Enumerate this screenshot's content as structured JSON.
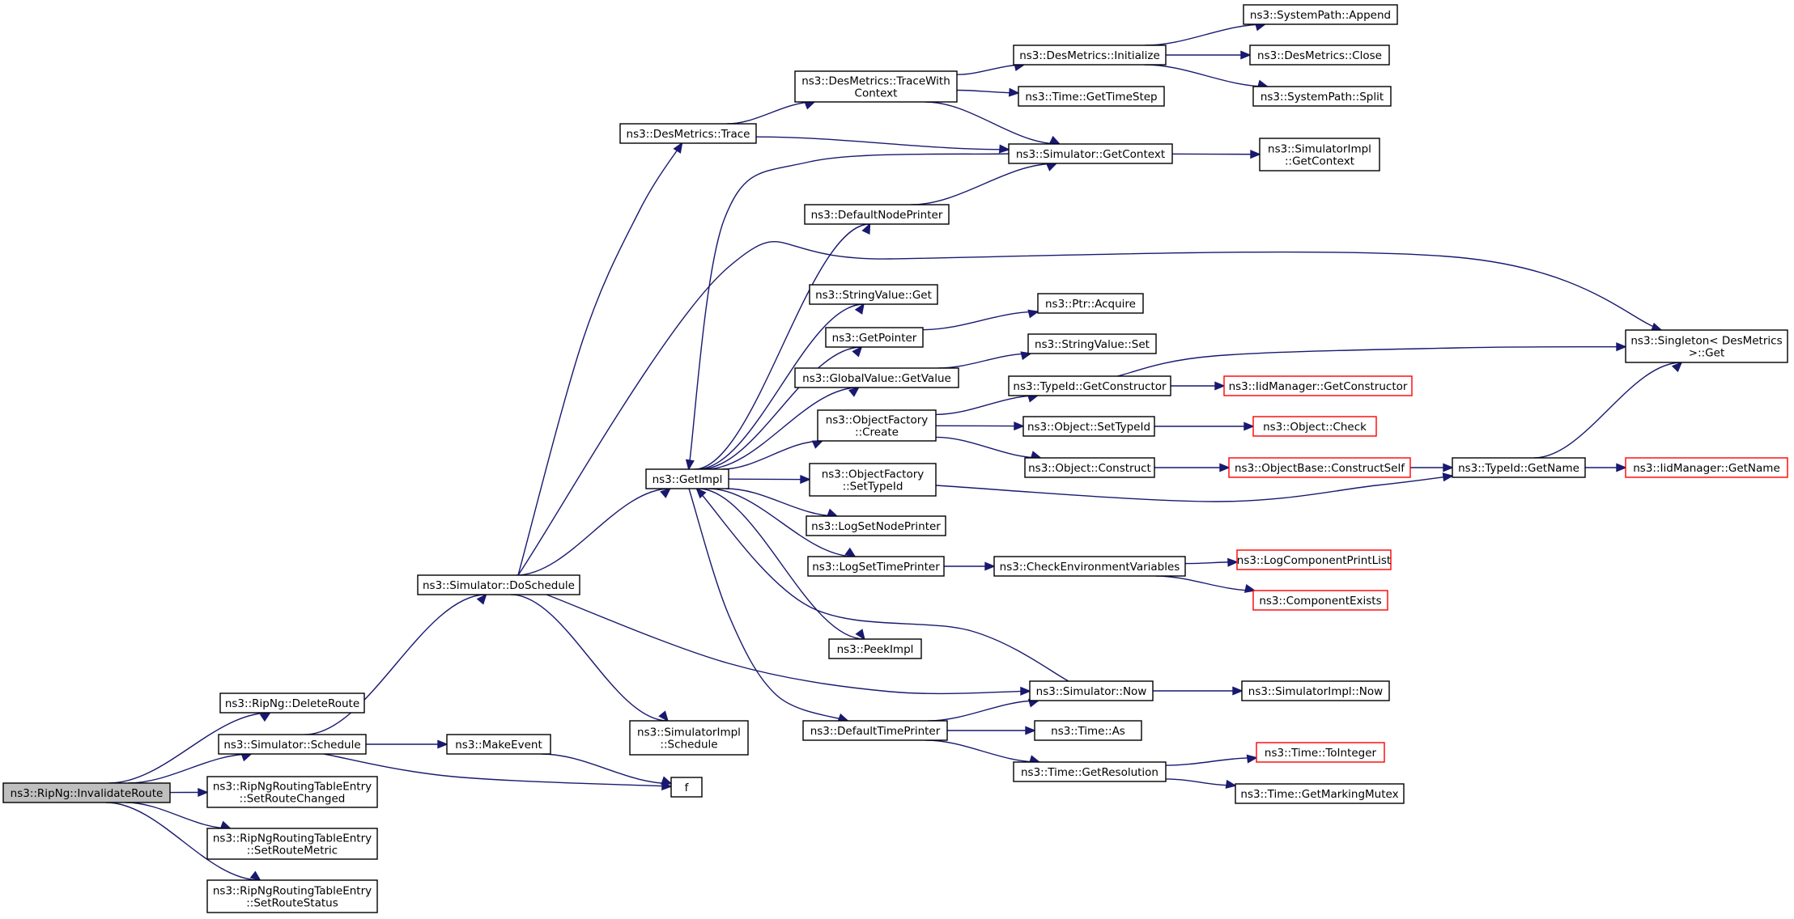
{
  "diagram": {
    "type": "call-graph",
    "colors": {
      "edge": "#191970",
      "root_fill": "#bfbfbf",
      "node_border": "#000000",
      "external_border": "#ff0000"
    },
    "nodes": [
      {
        "id": "invalidate",
        "lines": [
          "ns3::RipNg::InvalidateRoute"
        ],
        "kind": "root"
      },
      {
        "id": "deleteRoute",
        "lines": [
          "ns3::RipNg::DeleteRoute"
        ]
      },
      {
        "id": "schedule",
        "lines": [
          "ns3::Simulator::Schedule"
        ]
      },
      {
        "id": "setRouteChanged",
        "lines": [
          "ns3::RipNgRoutingTableEntry",
          "::SetRouteChanged"
        ]
      },
      {
        "id": "setRouteMetric",
        "lines": [
          "ns3::RipNgRoutingTableEntry",
          "::SetRouteMetric"
        ]
      },
      {
        "id": "setRouteStatus",
        "lines": [
          "ns3::RipNgRoutingTableEntry",
          "::SetRouteStatus"
        ]
      },
      {
        "id": "doSchedule",
        "lines": [
          "ns3::Simulator::DoSchedule"
        ]
      },
      {
        "id": "makeEvent",
        "lines": [
          "ns3::MakeEvent"
        ]
      },
      {
        "id": "f",
        "lines": [
          "f"
        ]
      },
      {
        "id": "desTrace",
        "lines": [
          "ns3::DesMetrics::Trace"
        ]
      },
      {
        "id": "getImpl",
        "lines": [
          "ns3::GetImpl"
        ]
      },
      {
        "id": "simImplSchedule",
        "lines": [
          "ns3::SimulatorImpl",
          "::Schedule"
        ]
      },
      {
        "id": "traceWithContext",
        "lines": [
          "ns3::DesMetrics::TraceWith",
          "Context"
        ]
      },
      {
        "id": "getContext",
        "lines": [
          "ns3::Simulator::GetContext"
        ]
      },
      {
        "id": "defaultNodePrinter",
        "lines": [
          "ns3::DefaultNodePrinter"
        ]
      },
      {
        "id": "stringValueGet",
        "lines": [
          "ns3::StringValue::Get"
        ]
      },
      {
        "id": "getPointer",
        "lines": [
          "ns3::GetPointer"
        ]
      },
      {
        "id": "globalValueGetValue",
        "lines": [
          "ns3::GlobalValue::GetValue"
        ]
      },
      {
        "id": "objectFactoryCreate",
        "lines": [
          "ns3::ObjectFactory",
          "::Create"
        ]
      },
      {
        "id": "objectFactorySetTypeId",
        "lines": [
          "ns3::ObjectFactory",
          "::SetTypeId"
        ]
      },
      {
        "id": "logSetNodePrinter",
        "lines": [
          "ns3::LogSetNodePrinter"
        ]
      },
      {
        "id": "logSetTimePrinter",
        "lines": [
          "ns3::LogSetTimePrinter"
        ]
      },
      {
        "id": "peekImpl",
        "lines": [
          "ns3::PeekImpl"
        ]
      },
      {
        "id": "defaultTimePrinter",
        "lines": [
          "ns3::DefaultTimePrinter"
        ]
      },
      {
        "id": "desInitialize",
        "lines": [
          "ns3::DesMetrics::Initialize"
        ]
      },
      {
        "id": "timeGetTimeStep",
        "lines": [
          "ns3::Time::GetTimeStep"
        ]
      },
      {
        "id": "systemPathAppend",
        "lines": [
          "ns3::SystemPath::Append"
        ]
      },
      {
        "id": "desClose",
        "lines": [
          "ns3::DesMetrics::Close"
        ]
      },
      {
        "id": "systemPathSplit",
        "lines": [
          "ns3::SystemPath::Split"
        ]
      },
      {
        "id": "simImplGetContext",
        "lines": [
          "ns3::SimulatorImpl",
          "::GetContext"
        ]
      },
      {
        "id": "ptrAcquire",
        "lines": [
          "ns3::Ptr::Acquire"
        ]
      },
      {
        "id": "stringValueSet",
        "lines": [
          "ns3::StringValue::Set"
        ]
      },
      {
        "id": "typeIdGetConstructor",
        "lines": [
          "ns3::TypeId::GetConstructor"
        ]
      },
      {
        "id": "objectSetTypeId",
        "lines": [
          "ns3::Object::SetTypeId"
        ]
      },
      {
        "id": "objectConstruct",
        "lines": [
          "ns3::Object::Construct"
        ]
      },
      {
        "id": "checkEnvVars",
        "lines": [
          "ns3::CheckEnvironmentVariables"
        ]
      },
      {
        "id": "simulatorNow",
        "lines": [
          "ns3::Simulator::Now"
        ]
      },
      {
        "id": "timeAs",
        "lines": [
          "ns3::Time::As"
        ]
      },
      {
        "id": "timeGetResolution",
        "lines": [
          "ns3::Time::GetResolution"
        ]
      },
      {
        "id": "singletonGet",
        "lines": [
          "ns3::Singleton< DesMetrics",
          " >::Get"
        ]
      },
      {
        "id": "iidGetConstructor",
        "lines": [
          "ns3::IidManager::GetConstructor"
        ],
        "kind": "external"
      },
      {
        "id": "objectCheck",
        "lines": [
          "ns3::Object::Check"
        ],
        "kind": "external"
      },
      {
        "id": "constructSelf",
        "lines": [
          "ns3::ObjectBase::ConstructSelf"
        ],
        "kind": "external"
      },
      {
        "id": "typeIdGetName",
        "lines": [
          "ns3::TypeId::GetName"
        ]
      },
      {
        "id": "iidGetName",
        "lines": [
          "ns3::IidManager::GetName"
        ],
        "kind": "external"
      },
      {
        "id": "logComponentPrintList",
        "lines": [
          "ns3::LogComponentPrintList"
        ],
        "kind": "external"
      },
      {
        "id": "componentExists",
        "lines": [
          "ns3::ComponentExists"
        ],
        "kind": "external"
      },
      {
        "id": "simImplNow",
        "lines": [
          "ns3::SimulatorImpl::Now"
        ]
      },
      {
        "id": "timeToInteger",
        "lines": [
          "ns3::Time::ToInteger"
        ],
        "kind": "external"
      },
      {
        "id": "timeGetMarkingMutex",
        "lines": [
          "ns3::Time::GetMarkingMutex"
        ]
      }
    ],
    "edges": [
      {
        "from": "invalidate",
        "to": "deleteRoute"
      },
      {
        "from": "invalidate",
        "to": "schedule"
      },
      {
        "from": "invalidate",
        "to": "setRouteChanged"
      },
      {
        "from": "invalidate",
        "to": "setRouteMetric"
      },
      {
        "from": "invalidate",
        "to": "setRouteStatus"
      },
      {
        "from": "schedule",
        "to": "doSchedule"
      },
      {
        "from": "schedule",
        "to": "makeEvent"
      },
      {
        "from": "schedule",
        "to": "f"
      },
      {
        "from": "makeEvent",
        "to": "f"
      },
      {
        "from": "doSchedule",
        "to": "desTrace"
      },
      {
        "from": "doSchedule",
        "to": "singletonGet"
      },
      {
        "from": "doSchedule",
        "to": "getImpl"
      },
      {
        "from": "doSchedule",
        "to": "simImplSchedule"
      },
      {
        "from": "doSchedule",
        "to": "simulatorNow"
      },
      {
        "from": "desTrace",
        "to": "traceWithContext"
      },
      {
        "from": "desTrace",
        "to": "getContext"
      },
      {
        "from": "traceWithContext",
        "to": "desInitialize"
      },
      {
        "from": "traceWithContext",
        "to": "timeGetTimeStep"
      },
      {
        "from": "traceWithContext",
        "to": "getContext"
      },
      {
        "from": "desInitialize",
        "to": "systemPathAppend"
      },
      {
        "from": "desInitialize",
        "to": "desClose"
      },
      {
        "from": "desInitialize",
        "to": "systemPathSplit"
      },
      {
        "from": "getContext",
        "to": "simImplGetContext"
      },
      {
        "from": "getContext",
        "to": "getImpl"
      },
      {
        "from": "defaultNodePrinter",
        "to": "getContext"
      },
      {
        "from": "getImpl",
        "to": "defaultNodePrinter"
      },
      {
        "from": "getImpl",
        "to": "stringValueGet"
      },
      {
        "from": "getImpl",
        "to": "getPointer"
      },
      {
        "from": "getImpl",
        "to": "globalValueGetValue"
      },
      {
        "from": "getImpl",
        "to": "objectFactoryCreate"
      },
      {
        "from": "getImpl",
        "to": "objectFactorySetTypeId"
      },
      {
        "from": "getImpl",
        "to": "logSetNodePrinter"
      },
      {
        "from": "getImpl",
        "to": "logSetTimePrinter"
      },
      {
        "from": "getImpl",
        "to": "peekImpl"
      },
      {
        "from": "getImpl",
        "to": "defaultTimePrinter"
      },
      {
        "from": "getPointer",
        "to": "ptrAcquire"
      },
      {
        "from": "globalValueGetValue",
        "to": "stringValueSet"
      },
      {
        "from": "objectFactoryCreate",
        "to": "typeIdGetConstructor"
      },
      {
        "from": "objectFactoryCreate",
        "to": "objectSetTypeId"
      },
      {
        "from": "objectFactoryCreate",
        "to": "objectConstruct"
      },
      {
        "from": "objectFactorySetTypeId",
        "to": "typeIdGetName"
      },
      {
        "from": "typeIdGetConstructor",
        "to": "singletonGet"
      },
      {
        "from": "typeIdGetConstructor",
        "to": "iidGetConstructor"
      },
      {
        "from": "objectSetTypeId",
        "to": "objectCheck"
      },
      {
        "from": "objectConstruct",
        "to": "constructSelf"
      },
      {
        "from": "constructSelf",
        "to": "typeIdGetName"
      },
      {
        "from": "typeIdGetName",
        "to": "singletonGet"
      },
      {
        "from": "typeIdGetName",
        "to": "iidGetName"
      },
      {
        "from": "logSetTimePrinter",
        "to": "checkEnvVars"
      },
      {
        "from": "checkEnvVars",
        "to": "logComponentPrintList"
      },
      {
        "from": "checkEnvVars",
        "to": "componentExists"
      },
      {
        "from": "simulatorNow",
        "to": "getImpl"
      },
      {
        "from": "simulatorNow",
        "to": "simImplNow"
      },
      {
        "from": "defaultTimePrinter",
        "to": "simulatorNow"
      },
      {
        "from": "defaultTimePrinter",
        "to": "timeAs"
      },
      {
        "from": "defaultTimePrinter",
        "to": "timeGetResolution"
      },
      {
        "from": "timeGetResolution",
        "to": "timeToInteger"
      },
      {
        "from": "timeGetResolution",
        "to": "timeGetMarkingMutex"
      }
    ]
  }
}
